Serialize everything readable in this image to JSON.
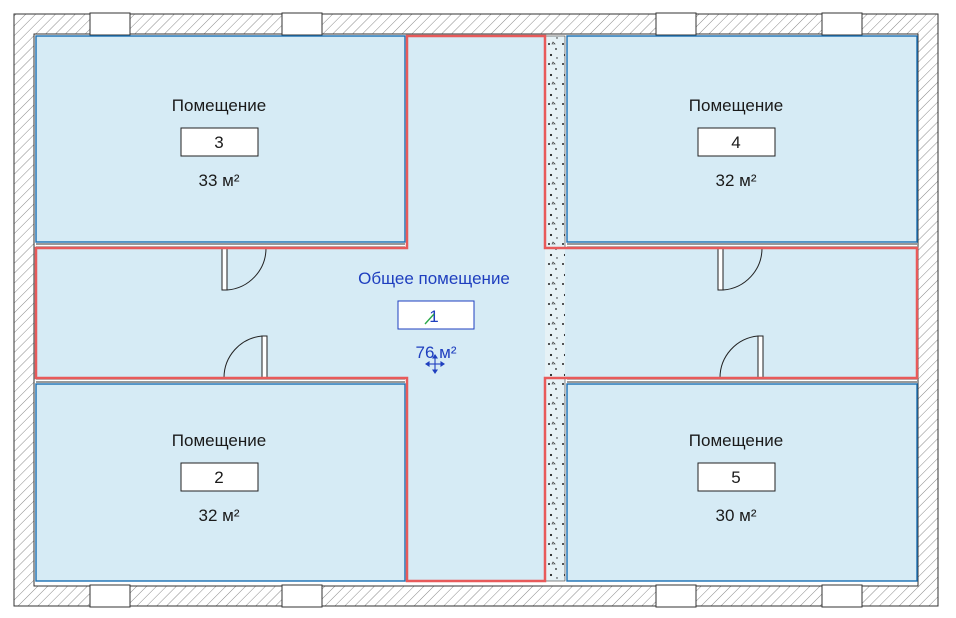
{
  "plan": {
    "rooms": [
      {
        "id": "room-3",
        "name": "Помещение",
        "number": "3",
        "area": "33 м²"
      },
      {
        "id": "room-4",
        "name": "Помещение",
        "number": "4",
        "area": "32 м²"
      },
      {
        "id": "room-2",
        "name": "Помещение",
        "number": "2",
        "area": "32 м²"
      },
      {
        "id": "room-5",
        "name": "Помещение",
        "number": "5",
        "area": "30 м²"
      }
    ],
    "common_room": {
      "name": "Общее помещение",
      "number": "1",
      "area": "76 м²"
    }
  },
  "colors": {
    "room_fill": "#d6ebf5",
    "room_border": "#1a6fb3",
    "selection": "#e85a5a",
    "selected_text": "#1f3fbf",
    "wall_hatch": "#888888"
  },
  "icons": [
    "move-cursor-icon",
    "edit-pencil-icon"
  ]
}
